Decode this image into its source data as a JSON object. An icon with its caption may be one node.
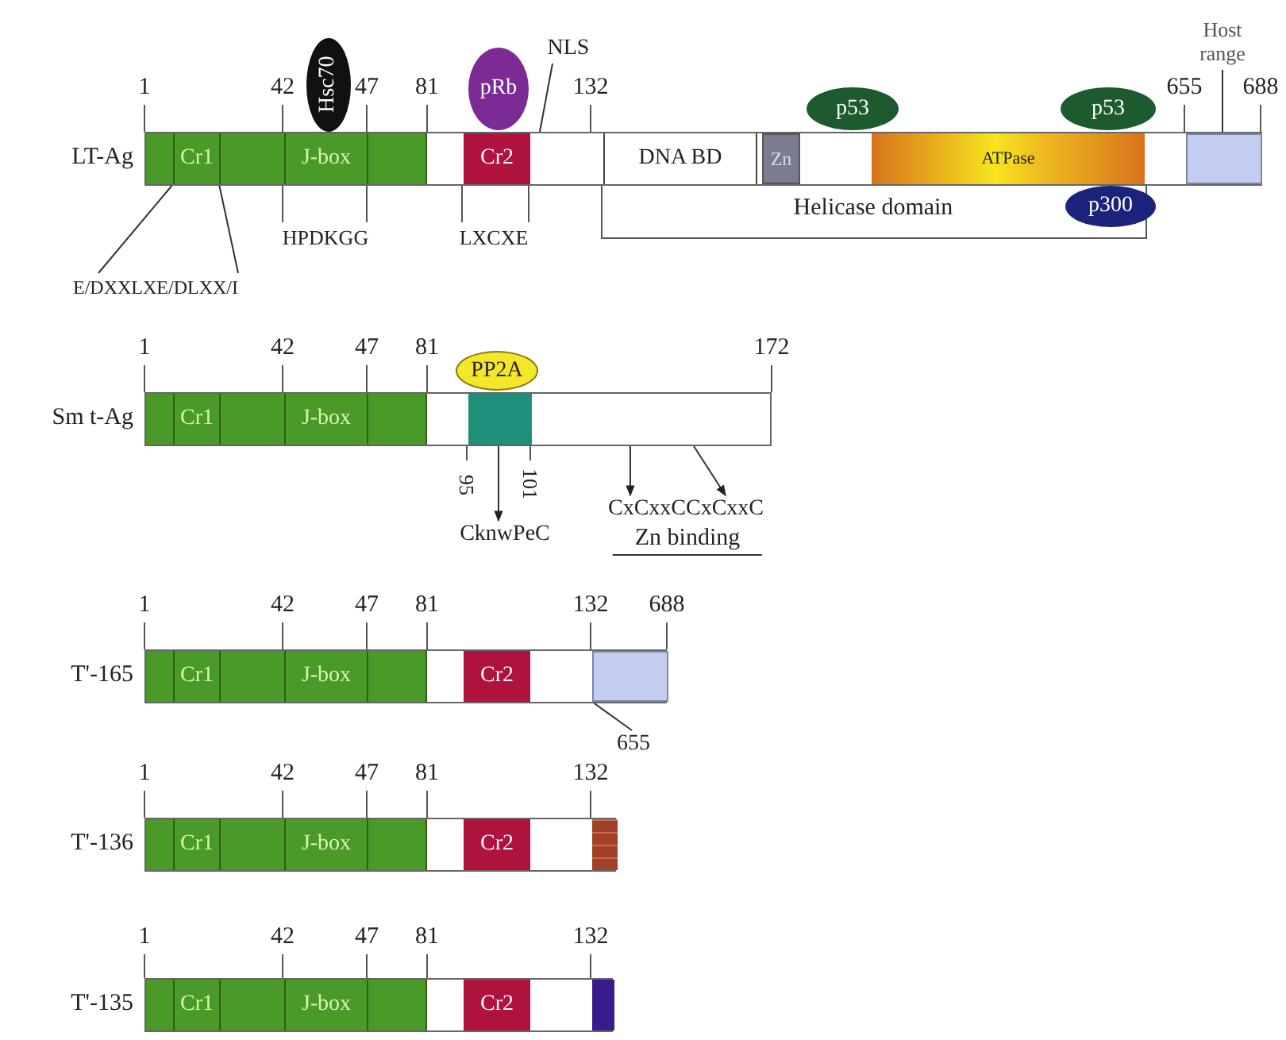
{
  "diagram": {
    "nodes": [
      {
        "text": [
          "LT-Ag"
        ]
      },
      {
        "text": [
          "Cr1"
        ],
        "in": 0
      },
      {
        "text": [
          "J-box"
        ],
        "in": 0
      },
      {
        "text": [
          "Hsc70"
        ]
      },
      {
        "text": [
          "pRb"
        ]
      },
      {
        "text": [
          "Cr2"
        ],
        "in": 0
      },
      {
        "text": [
          "NLS"
        ]
      },
      {
        "text": [
          "DNA BD"
        ],
        "in": 0
      },
      {
        "text": [
          "Zn"
        ],
        "in": 0
      },
      {
        "text": [
          "p53"
        ]
      },
      {
        "text": [
          "ATPase"
        ],
        "in": 0
      },
      {
        "text": [
          "p53"
        ]
      },
      {
        "text": [
          "p300"
        ]
      },
      {
        "text": [],
        "shape": "box",
        "in": 0
      },
      {
        "text": [
          "E/DXXLXE/DLXX/I"
        ]
      },
      {
        "text": [
          "Sm t-Ag"
        ]
      },
      {
        "text": [
          "Cr1"
        ],
        "in": 15
      },
      {
        "text": [
          "J-box"
        ],
        "in": 15
      },
      {
        "text": [
          "PP2A"
        ]
      },
      {
        "text": [],
        "shape": "box",
        "in": 15
      },
      {
        "text": [
          "CknwPeC"
        ]
      },
      {
        "text": [
          "CxCxxCCxCxxC"
        ]
      },
      {
        "text": [
          "T'-165"
        ]
      },
      {
        "text": [
          "Cr1"
        ],
        "in": 22
      },
      {
        "text": [
          "J-box"
        ],
        "in": 22
      },
      {
        "text": [
          "Cr2"
        ],
        "in": 22
      },
      {
        "text": [],
        "shape": "box",
        "in": 22
      },
      {
        "text": [
          "655"
        ]
      },
      {
        "text": [
          "T'-136"
        ]
      },
      {
        "text": [
          "Cr1"
        ],
        "in": 28
      },
      {
        "text": [
          "J-box"
        ],
        "in": 28
      },
      {
        "text": [
          "Cr2"
        ],
        "in": 28
      },
      {
        "text": [],
        "shape": "box",
        "in": 28
      },
      {
        "text": [
          "T'-135"
        ]
      },
      {
        "text": [
          "Cr1"
        ],
        "in": 33
      },
      {
        "text": [
          "J-box"
        ],
        "in": 33
      },
      {
        "text": [
          "Cr2"
        ],
        "in": 33
      },
      {
        "text": [],
        "shape": "box",
        "in": 33
      },
      {
        "text": [
          "Host range"
        ]
      }
    ],
    "edges": [
      {
        "from": 14,
        "to": 1,
        "arrow": "none"
      },
      {
        "from": 14,
        "to": 1,
        "arrow": "none"
      },
      {
        "from": 6,
        "to": 0,
        "arrow": "none"
      },
      {
        "from": 19,
        "to": 20,
        "arrow": "to"
      },
      {
        "from": 15,
        "to": 21,
        "arrow": "to"
      },
      {
        "from": 15,
        "to": 21,
        "arrow": "to"
      },
      {
        "from": 27,
        "to": 26,
        "arrow": "none"
      },
      {
        "from": 38,
        "to": 13,
        "arrow": "none"
      }
    ],
    "labels": [
      "1",
      "42",
      "47",
      "81",
      "132",
      "655",
      "688",
      "HPDKGG",
      "LXCXE",
      "Helicase domain",
      "1",
      "42",
      "47",
      "81",
      "172",
      "95",
      "101",
      "Zn binding",
      "1",
      "42",
      "47",
      "81",
      "132",
      "688",
      "1",
      "42",
      "47",
      "81",
      "132",
      "1",
      "42",
      "47",
      "81",
      "132"
    ]
  }
}
